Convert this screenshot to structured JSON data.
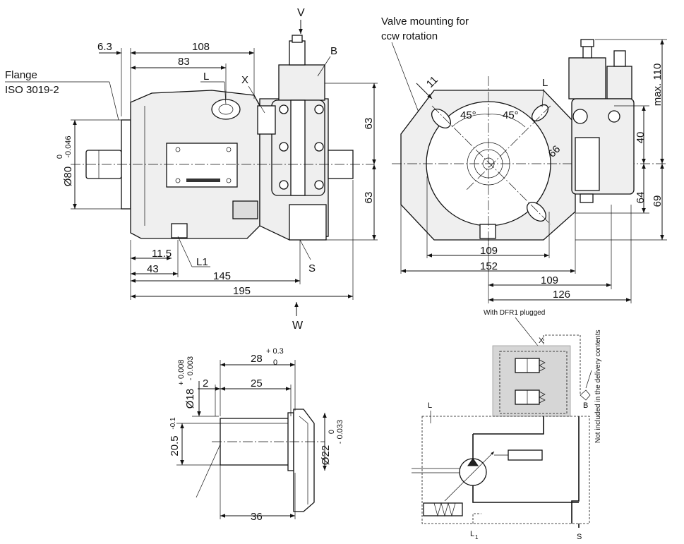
{
  "labels": {
    "flange": "Flange",
    "iso": "ISO 3019-2",
    "v_top": "V",
    "v_bottom": "W",
    "b_port": "B",
    "x_port": "X",
    "l_port": "L",
    "l1_port": "L1",
    "s_port": "S",
    "valve_mounting_1": "Valve mounting for",
    "valve_mounting_2": "ccw rotation",
    "l_right": "L",
    "angle_left": "45°",
    "angle_right": "45°",
    "with_dfr1": "With DFR1 plugged",
    "not_included": "Not included in the delivery contents",
    "schem_x": "X",
    "schem_l": "L",
    "schem_l1": "L",
    "schem_l1_sub": "1",
    "schem_b": "B",
    "schem_s": "S"
  },
  "dims_front": {
    "d6_3": "6.3",
    "d108": "108",
    "d83": "83",
    "d11_5": "11.5",
    "d43": "43",
    "d145": "145",
    "d195": "195",
    "d63_top": "63",
    "d63_bot": "63",
    "d80": "Ø80",
    "d80_tol_top": "0",
    "d80_tol_bot": "-0.046"
  },
  "dims_side": {
    "d11": "11",
    "d66": "66",
    "d109_a": "109",
    "d152": "152",
    "d109_b": "109",
    "d126": "126",
    "d40": "40",
    "d64": "64",
    "d69": "69",
    "dmax110": "max. 110"
  },
  "dims_shaft": {
    "d28": "28",
    "d28_tol_top": "+ 0.3",
    "d28_tol_bot": "0",
    "d2": "2",
    "d25": "25",
    "d36": "36",
    "d18": "Ø18",
    "d18_tol_top": "+ 0.008",
    "d18_tol_bot": "- 0.003",
    "d20_5": "20.5",
    "d20_5_tol": "-0.1",
    "d22": "Ø22",
    "d22_tol_top": "0",
    "d22_tol_bot": "- 0.033"
  }
}
